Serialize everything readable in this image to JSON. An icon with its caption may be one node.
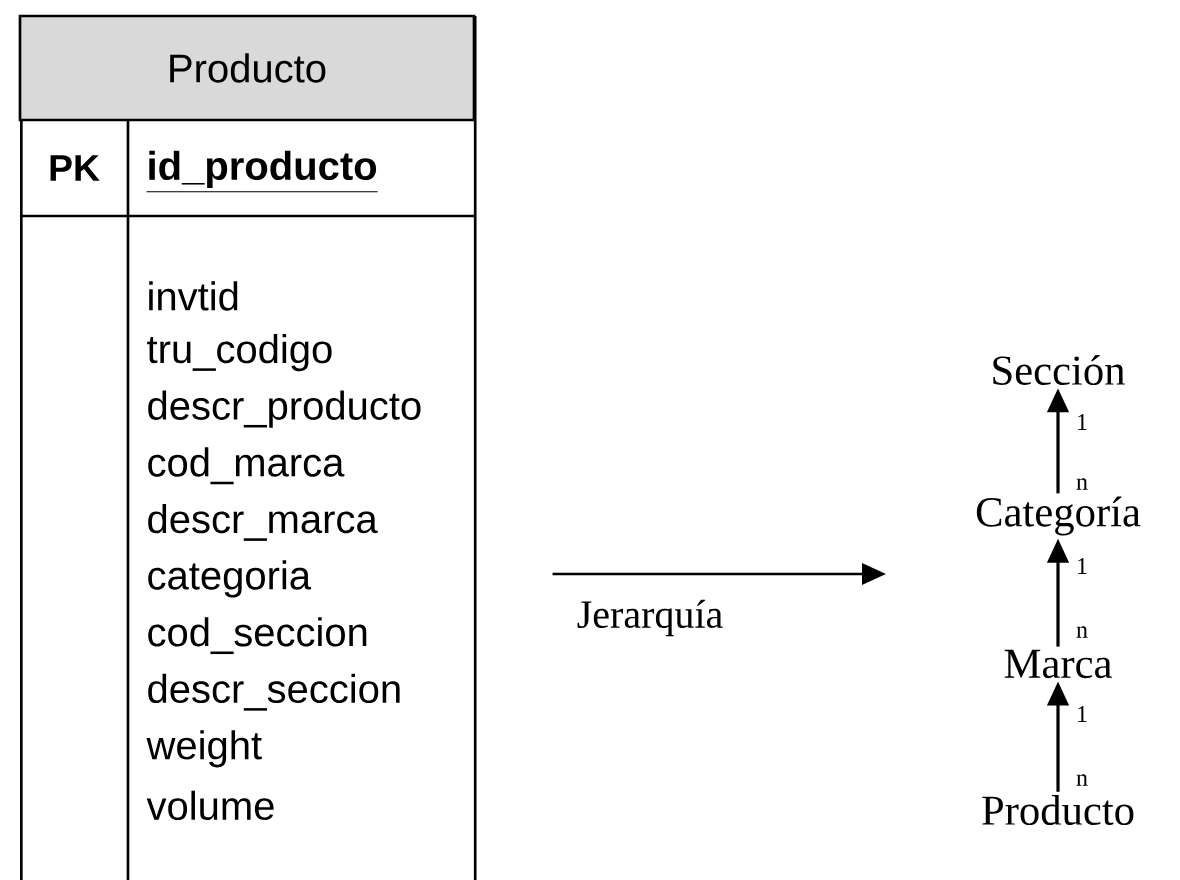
{
  "diagram": {
    "nodes": [
      {
        "text": [
          "Producto",
          "PK",
          "id_producto",
          "invtid",
          "tru_codigo",
          "descr_producto",
          "cod_marca",
          "descr_marca",
          "categoria",
          "cod_seccion",
          "descr_seccion",
          "weight",
          "volume"
        ]
      },
      {
        "text": [
          "Sección"
        ]
      },
      {
        "text": [
          "Categoría"
        ]
      },
      {
        "text": [
          "Marca"
        ]
      },
      {
        "text": [
          "Producto"
        ]
      }
    ],
    "edges": [
      {
        "from": 0,
        "to": null,
        "arrow": "to",
        "label": "Jerarquía"
      },
      {
        "from": 2,
        "to": 1,
        "arrow": "to"
      },
      {
        "from": 3,
        "to": 2,
        "arrow": "to"
      },
      {
        "from": 4,
        "to": 3,
        "arrow": "to"
      }
    ],
    "labels": [
      "1",
      "n",
      "1",
      "n",
      "1",
      "n"
    ]
  }
}
